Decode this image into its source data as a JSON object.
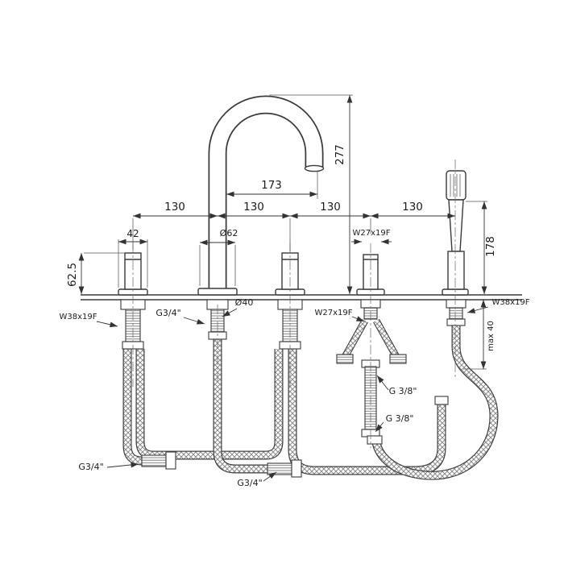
{
  "drawing": {
    "type": "bath-mixer-installation-drawing",
    "bg_color": "#ffffff",
    "line_color": "#3a3a3a",
    "dims": {
      "d42": "42",
      "d62_5": "62.5",
      "d130_1": "130",
      "d130_2": "130",
      "d130_3": "130",
      "d130_4": "130",
      "d173": "173",
      "d277": "277",
      "d178": "178",
      "dia62": "Ø62",
      "dia40": "Ø40",
      "max40": "max 40"
    },
    "threads": {
      "w27_top": "W27x19F",
      "w27_bottom": "W27x19F",
      "w38_left": "W38x19F",
      "w38_right": "W38x19F",
      "g34_shank": "G3/4\"",
      "g34_supply_left": "G3/4\"",
      "g34_supply_mid": "G3/4\"",
      "g38_upper": "G 3/8\"",
      "g38_lower": "G 3/8\""
    }
  }
}
